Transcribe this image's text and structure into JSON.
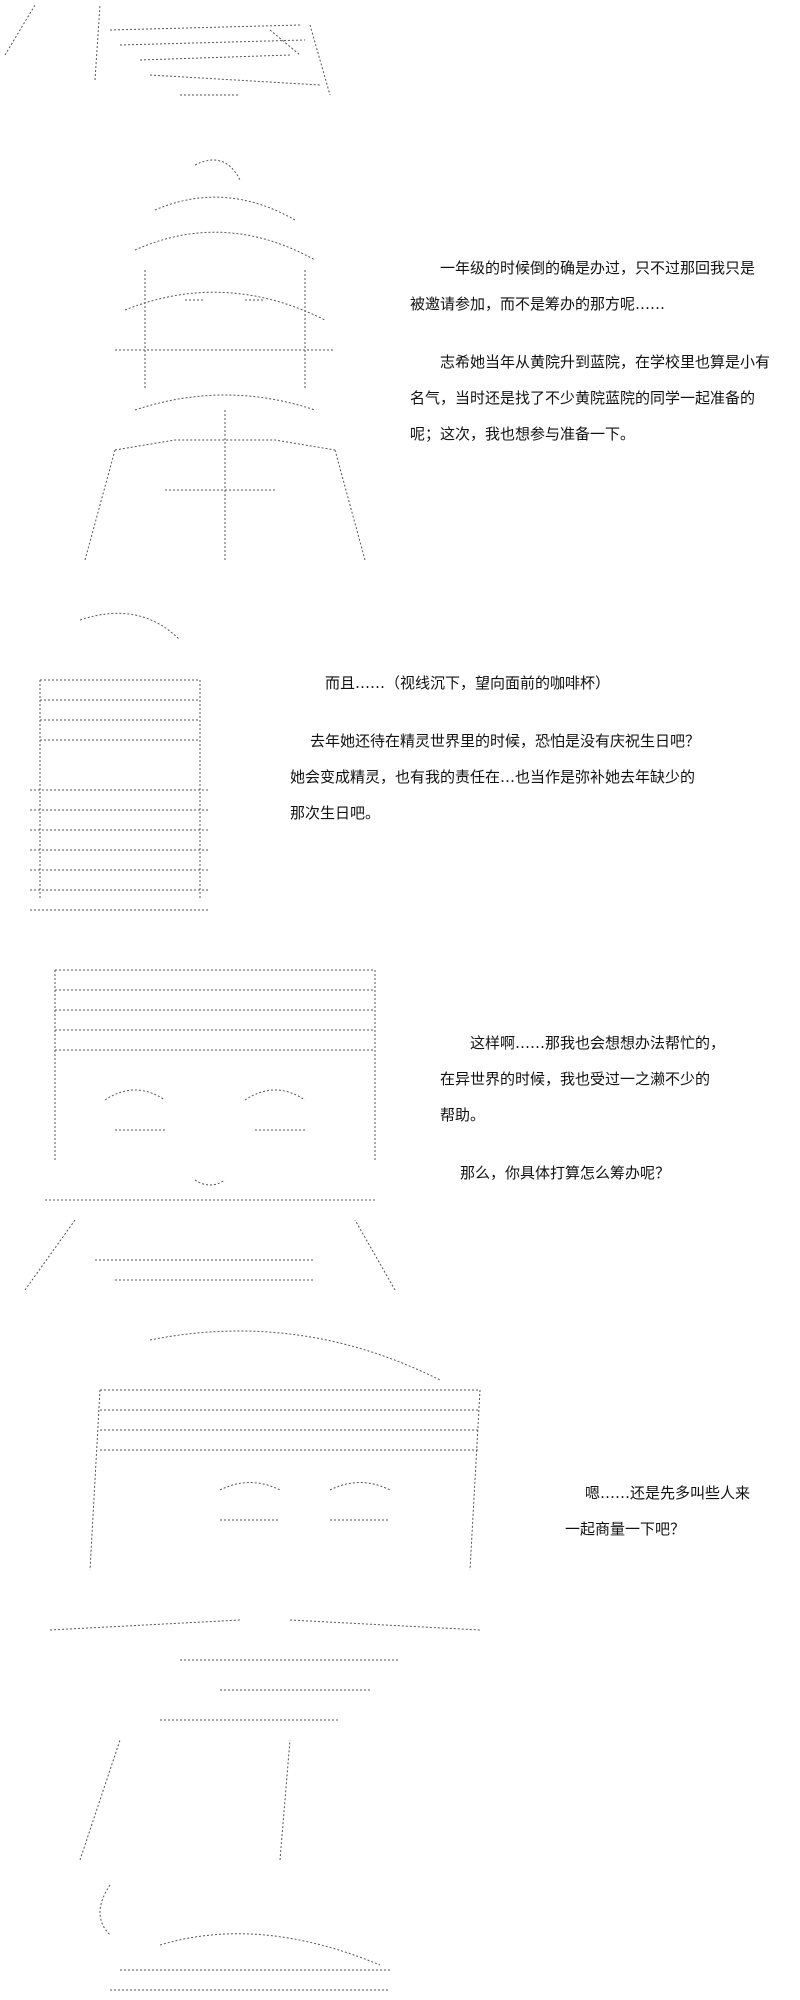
{
  "panels": [
    {
      "id": "panel-1",
      "lines": []
    },
    {
      "id": "panel-2",
      "lines": [
        "一年级的时候倒的确是办过，只不过那回我只是",
        "被邀请参加，而不是筹办的那方呢……",
        "",
        "志希她当年从黄院升到蓝院，在学校里也算是小有",
        "名气，当时还是找了不少黄院蓝院的同学一起准备的",
        "呢；这次，我也想参与准备一下。"
      ]
    },
    {
      "id": "panel-3",
      "lines": [
        "而且……（视线沉下，望向面前的咖啡杯）",
        "",
        "去年她还待在精灵世界里的时候，恐怕是没有庆祝生日吧？",
        "她会变成精灵，也有我的责任在…也当作是弥补她去年缺少的",
        "那次生日吧。"
      ]
    },
    {
      "id": "panel-4",
      "lines": [
        "这样啊……那我也会想想办法帮忙的，",
        "在异世界的时候，我也受过一之濑不少的",
        "帮助。",
        "",
        "那么，你具体打算怎么筹办呢？"
      ]
    },
    {
      "id": "panel-5",
      "lines": [
        "嗯……还是先多叫些人来",
        "一起商量一下吧？"
      ]
    },
    {
      "id": "panel-6",
      "lines": []
    }
  ]
}
